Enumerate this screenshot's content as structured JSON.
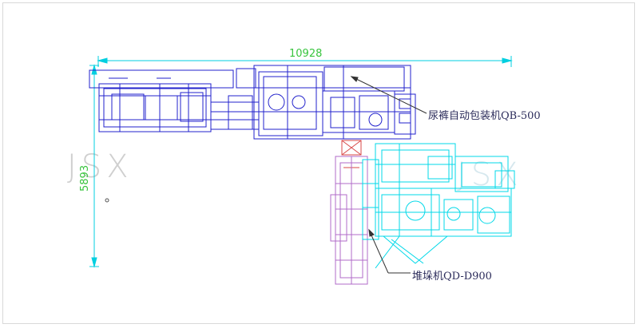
{
  "drawing": {
    "dimension_width": "10928",
    "dimension_height": "5893",
    "watermark": "JSX",
    "labels": {
      "packaging_machine": "尿裤自动包装机QB-500",
      "stacking_machine": "堆垛机QD-D900"
    },
    "colors": {
      "packaging_lines": "#2222cc",
      "stacking_lines": "#00d8e8",
      "conveyor_lines": "#b06bc8",
      "dimension_lines": "#00cfe0",
      "dimension_text": "#37c43d",
      "accent_red": "#d84a4a"
    }
  }
}
